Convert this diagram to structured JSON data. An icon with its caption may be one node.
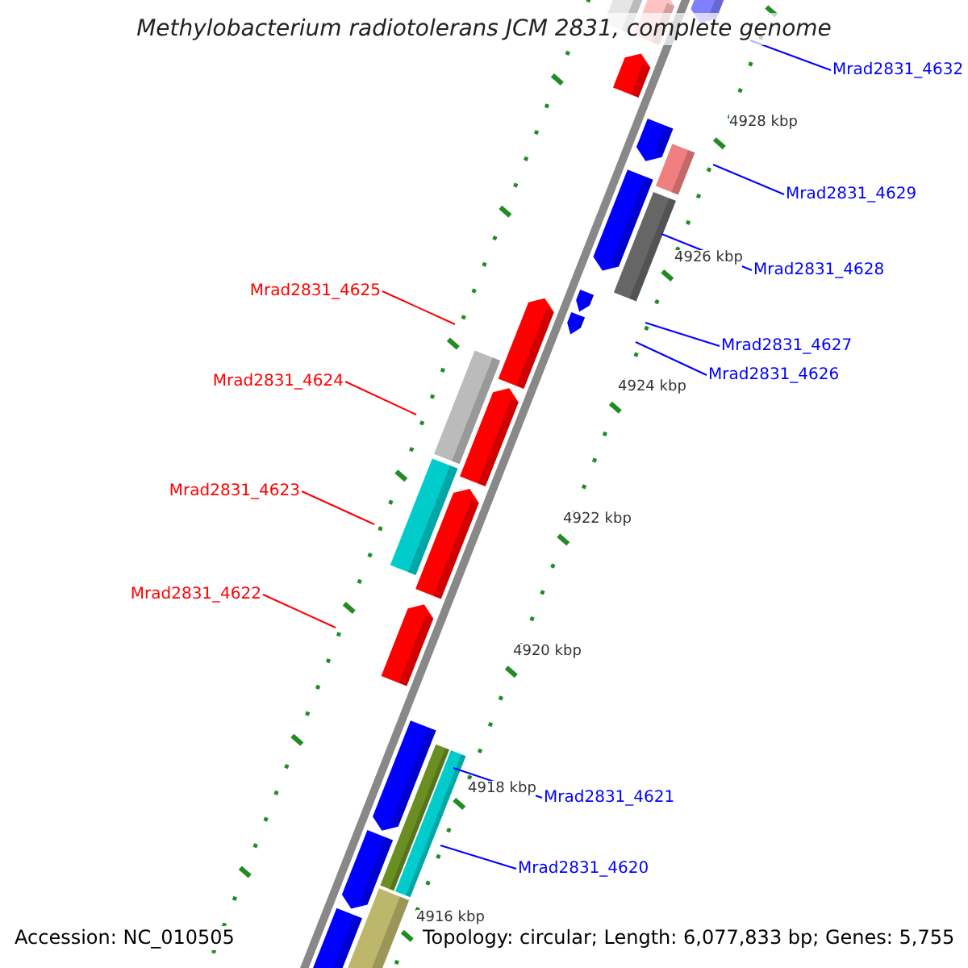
{
  "diagram": {
    "title": "Methylobacterium radiotolerans JCM 2831, complete genome",
    "nodes": [
      {
        "text": [
          "Mrad2831_4632"
        ]
      },
      {
        "text": [
          "Mrad2831_4629"
        ]
      },
      {
        "text": [
          "Mrad2831_4628"
        ]
      },
      {
        "text": [
          "Mrad2831_4625"
        ]
      },
      {
        "text": [
          "Mrad2831_4627"
        ]
      },
      {
        "text": [
          "Mrad2831_4626"
        ]
      },
      {
        "text": [
          "Mrad2831_4624"
        ]
      },
      {
        "text": [
          "Mrad2831_4623"
        ]
      },
      {
        "text": [
          "Mrad2831_4622"
        ]
      },
      {
        "text": [
          "Mrad2831_4621"
        ]
      },
      {
        "text": [
          "Mrad2831_4620"
        ]
      }
    ],
    "edges": [
      {
        "from": 0,
        "to": null,
        "arrow": "none"
      },
      {
        "from": 1,
        "to": null,
        "arrow": "none"
      },
      {
        "from": 2,
        "to": null,
        "arrow": "none"
      },
      {
        "from": 3,
        "to": null,
        "arrow": "none",
        "color": "#ff0000"
      },
      {
        "from": 4,
        "to": null,
        "arrow": "none"
      },
      {
        "from": 5,
        "to": null,
        "arrow": "none"
      },
      {
        "from": 6,
        "to": null,
        "arrow": "none",
        "color": "#ff0000"
      },
      {
        "from": 7,
        "to": null,
        "arrow": "none",
        "color": "#ff0000"
      },
      {
        "from": 8,
        "to": null,
        "arrow": "none",
        "color": "#ff0000"
      },
      {
        "from": 9,
        "to": null,
        "arrow": "none"
      },
      {
        "from": 10,
        "to": null,
        "arrow": "none"
      }
    ],
    "labels": [
      "4928 kbp",
      "4926 kbp",
      "4924 kbp",
      "4922 kbp",
      "4920 kbp",
      "4918 kbp",
      "4916 kbp",
      "Accession: NC_010505",
      "Topology: circular; Length: 6,077,833 bp; Genes: 5,755"
    ]
  }
}
